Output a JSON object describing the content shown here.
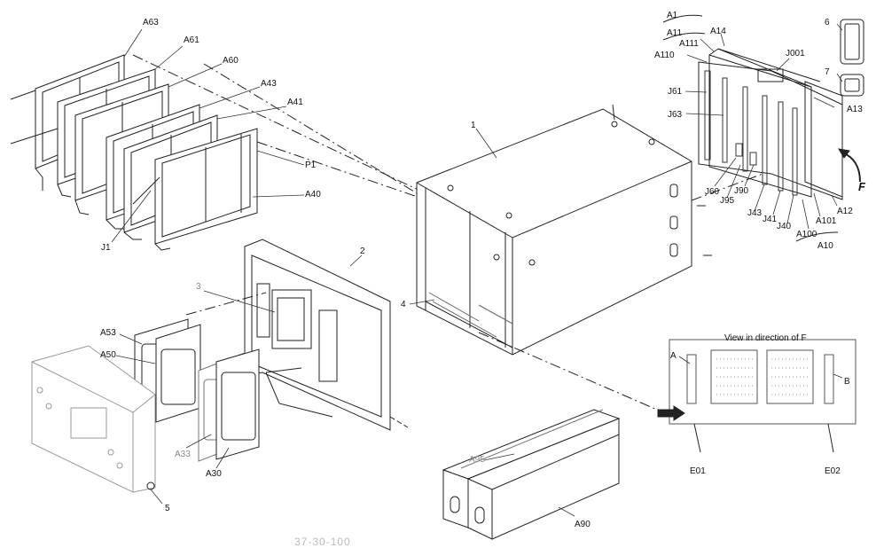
{
  "callouts": {
    "a63": "A63",
    "a61": "A61",
    "a60": "A60",
    "a43": "A43",
    "a41": "A41",
    "p1": "P1",
    "a40": "A40",
    "j1": "J1",
    "n1": "1",
    "n2": "2",
    "n3": "3",
    "n4": "4",
    "n5": "5",
    "n6": "6",
    "n7": "7",
    "a53": "A53",
    "a50": "A50",
    "a33": "A33",
    "a30": "A30",
    "a95": "A95",
    "a90": "A90",
    "a1": "A1",
    "a11": "A11",
    "a111": "A111",
    "a110": "A110",
    "a14": "A14",
    "j001": "J001",
    "j61": "J61",
    "j63": "J63",
    "a13": "A13",
    "j60": "J60",
    "j95": "J95",
    "j90": "J90",
    "j43": "J43",
    "j41": "J41",
    "j40": "J40",
    "a100": "A100",
    "a101": "A101",
    "a12": "A12",
    "a10": "A10",
    "f": "F"
  },
  "inset": {
    "title": "View in direction of F",
    "a": "A",
    "b": "B",
    "e01": "E01",
    "e02": "E02"
  },
  "bottom_fragment": "37-30-100"
}
